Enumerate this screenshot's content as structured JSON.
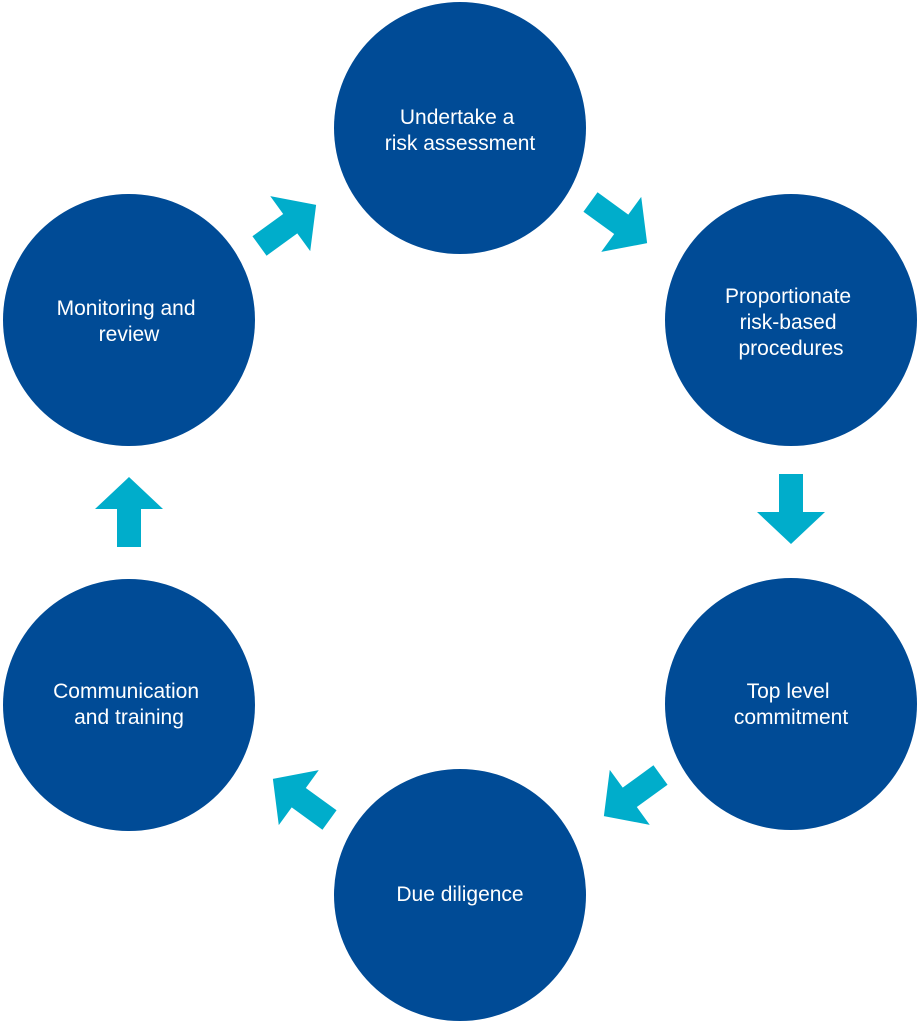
{
  "colors": {
    "node_fill": "#004b96",
    "arrow_fill": "#00adcb",
    "label_text": "#ffffff",
    "background": "#ffffff"
  },
  "nodes": [
    {
      "id": "risk-assessment",
      "lines": [
        "Undertake a",
        "risk assessment"
      ]
    },
    {
      "id": "proportionate-procedures",
      "lines": [
        "Proportionate",
        "risk-based",
        "procedures"
      ]
    },
    {
      "id": "top-level-commitment",
      "lines": [
        "Top level",
        "commitment"
      ]
    },
    {
      "id": "due-diligence",
      "lines": [
        "Due diligence"
      ]
    },
    {
      "id": "communication-training",
      "lines": [
        "Communication",
        "and training"
      ]
    },
    {
      "id": "monitoring-review",
      "lines": [
        "Monitoring and",
        "review"
      ]
    }
  ],
  "arrows": [
    {
      "from": "risk-assessment",
      "to": "proportionate-procedures",
      "icon": "arrow-icon"
    },
    {
      "from": "proportionate-procedures",
      "to": "top-level-commitment",
      "icon": "arrow-icon"
    },
    {
      "from": "top-level-commitment",
      "to": "due-diligence",
      "icon": "arrow-icon"
    },
    {
      "from": "due-diligence",
      "to": "communication-training",
      "icon": "arrow-icon"
    },
    {
      "from": "communication-training",
      "to": "monitoring-review",
      "icon": "arrow-icon"
    },
    {
      "from": "monitoring-review",
      "to": "risk-assessment",
      "icon": "arrow-icon"
    }
  ]
}
